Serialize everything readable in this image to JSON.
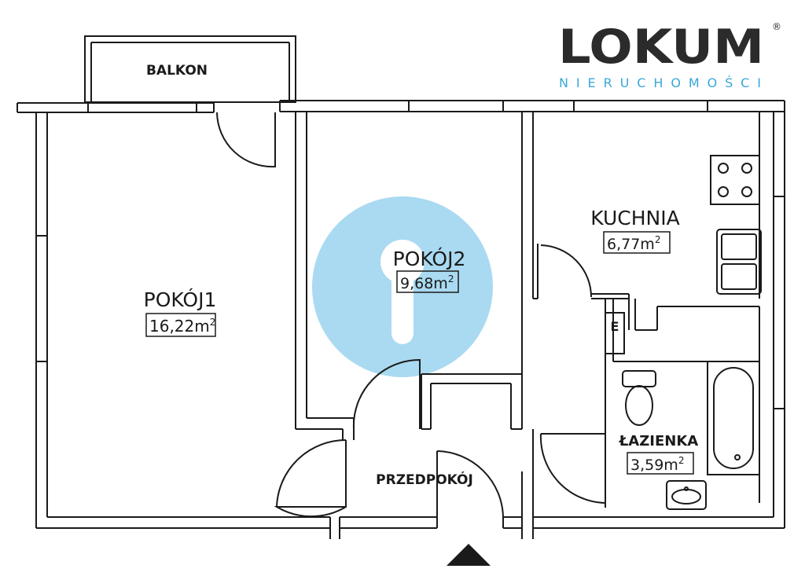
{
  "logo": {
    "name": "LOKUM",
    "subtitle": "NIERUCHOMOŚCI",
    "registered": "®",
    "brand_color": "#39a7d8",
    "text_color": "#2b2b2b"
  },
  "watermark": {
    "color": "#a9daf1",
    "icon": "keyhole-icon"
  },
  "rooms": {
    "balkon": {
      "label": "BALKON"
    },
    "pokoj1": {
      "label": "POKÓJ1",
      "area": "16,22m",
      "unit_sup": "2"
    },
    "pokoj2": {
      "label": "POKÓJ2",
      "area": "9,68m",
      "unit_sup": "2"
    },
    "kuchnia": {
      "label": "KUCHNIA",
      "area": "6,77m",
      "unit_sup": "2"
    },
    "lazienka": {
      "label": "ŁAZIENKA",
      "area": "3,59m",
      "unit_sup": "2"
    },
    "przedpokoj": {
      "label": "PRZEDPOKÓJ"
    },
    "electric": {
      "label": "E"
    }
  },
  "entrance_marker": {
    "icon": "entrance-arrow-icon"
  },
  "line_color": "#1a1a1a"
}
